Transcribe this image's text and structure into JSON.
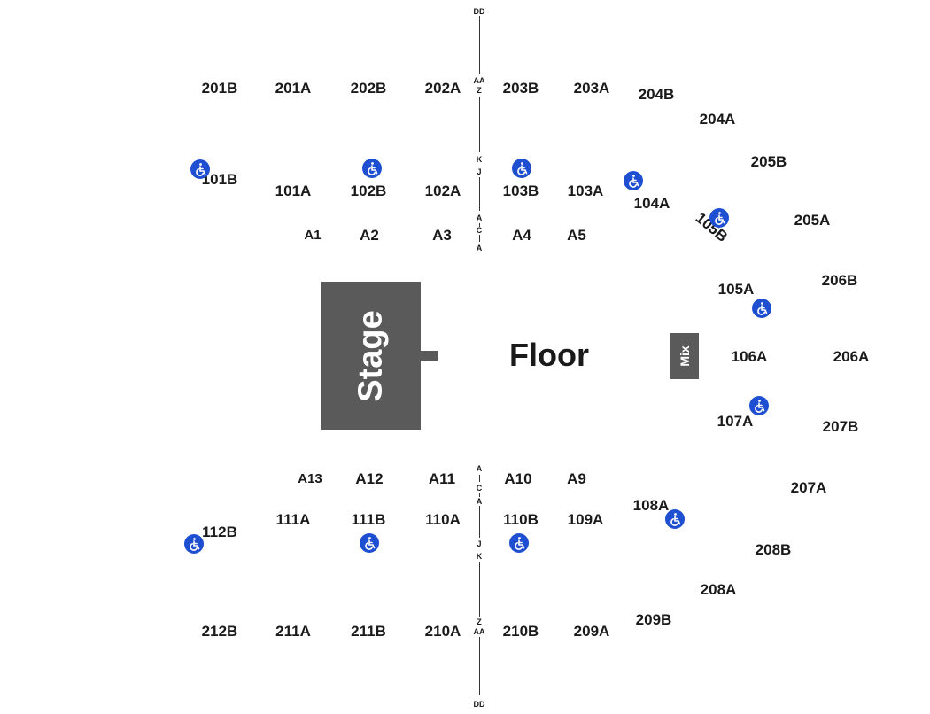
{
  "venue": {
    "stage": "Stage",
    "floor": "Floor",
    "mix": "Mix"
  },
  "aisle_top": {
    "dd": "DD",
    "aa": "AA",
    "z": "Z",
    "k": "K",
    "j": "J",
    "a1": "A",
    "c": "C",
    "a2": "A"
  },
  "aisle_bottom": {
    "a1": "A",
    "c": "C",
    "a2": "A",
    "j": "J",
    "k": "K",
    "z": "Z",
    "aa": "AA",
    "dd": "DD"
  },
  "sections": {
    "s201B": "201B",
    "s201A": "201A",
    "s202B": "202B",
    "s202A": "202A",
    "s203B": "203B",
    "s203A": "203A",
    "s204B": "204B",
    "s204A": "204A",
    "s205B": "205B",
    "s205A": "205A",
    "s206B": "206B",
    "s206A": "206A",
    "s207B": "207B",
    "s207A": "207A",
    "s208B": "208B",
    "s208A": "208A",
    "s209B": "209B",
    "s209A": "209A",
    "s210B": "210B",
    "s210A": "210A",
    "s211B": "211B",
    "s211A": "211A",
    "s212B": "212B",
    "s101B": "101B",
    "s101A": "101A",
    "s102B": "102B",
    "s102A": "102A",
    "s103B": "103B",
    "s103A": "103A",
    "s104A": "104A",
    "s105B": "105B",
    "s105A": "105A",
    "s106A": "106A",
    "s107A": "107A",
    "s108A": "108A",
    "s109A": "109A",
    "s110B": "110B",
    "s110A": "110A",
    "s111B": "111B",
    "s111A": "111A",
    "s112B": "112B"
  },
  "floor_sections": {
    "A1": "A1",
    "A2": "A2",
    "A3": "A3",
    "A4": "A4",
    "A5": "A5",
    "A9": "A9",
    "A10": "A10",
    "A11": "A11",
    "A12": "A12",
    "A13": "A13"
  },
  "icons": {
    "accessible": "wheelchair-icon"
  },
  "colors": {
    "block": "#5a5a5a",
    "accessible": "#1f4fd1",
    "text": "#1a1a1a"
  }
}
